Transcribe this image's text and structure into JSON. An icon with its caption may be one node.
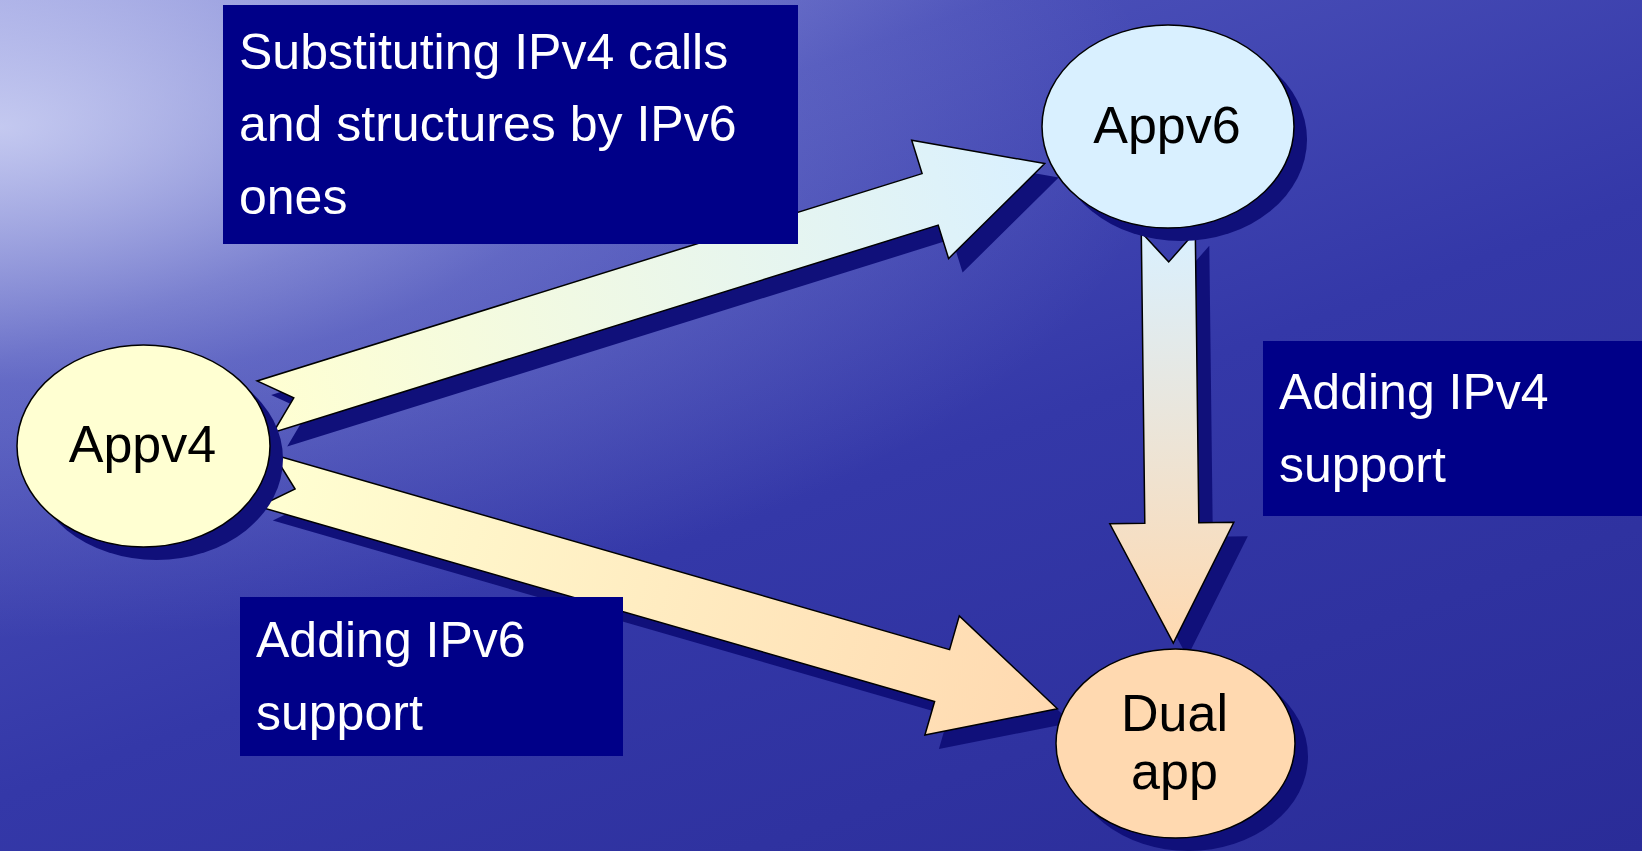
{
  "diagram": {
    "nodes": [
      {
        "text": [
          "Appv4"
        ]
      },
      {
        "text": [
          "Appv6"
        ]
      },
      {
        "text": [
          "Dual app"
        ]
      }
    ],
    "edges": [
      {
        "from": 0,
        "to": 1,
        "arrow": "to",
        "label": "Substituting IPv4 calls and structures by IPv6 ones"
      },
      {
        "from": 1,
        "to": 2,
        "arrow": "to",
        "label": "Adding IPv4 support"
      },
      {
        "from": 0,
        "to": 2,
        "arrow": "to",
        "label": "Adding IPv6 support"
      }
    ]
  }
}
